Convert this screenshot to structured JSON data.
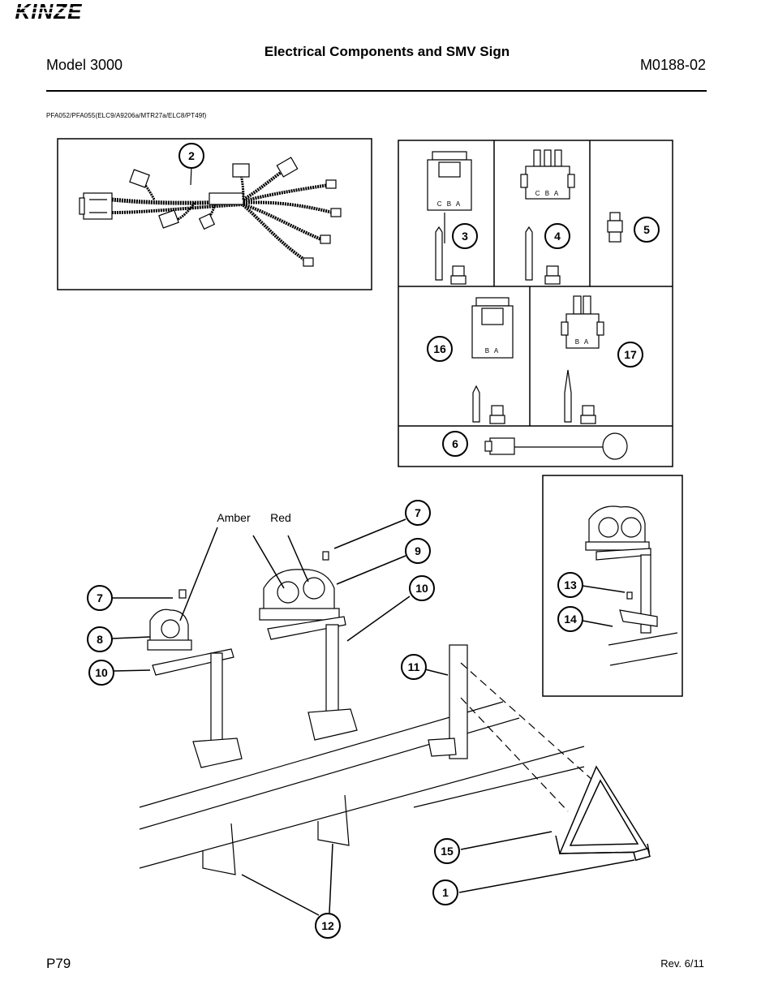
{
  "header": {
    "model": "Model 3000",
    "title": "Electrical Components and SMV Sign",
    "doc_number": "M0188-02",
    "figure_ref": "PFA052/PFA055(ELC9/A9206a/MTR27a/ELC8/PT49f)"
  },
  "labels": {
    "amber": "Amber",
    "red": "Red",
    "connector_letters_3": "C B A",
    "connector_letters_4": "C B A",
    "connector_letters_16": "B A",
    "connector_letters_17": "B A"
  },
  "callouts": [
    "1",
    "2",
    "3",
    "4",
    "5",
    "6",
    "7",
    "7",
    "8",
    "9",
    "10",
    "10",
    "11",
    "12",
    "13",
    "14",
    "15",
    "16",
    "17"
  ],
  "footer": {
    "page": "P79",
    "brand": "KINZE",
    "revision": "Rev. 6/11"
  }
}
